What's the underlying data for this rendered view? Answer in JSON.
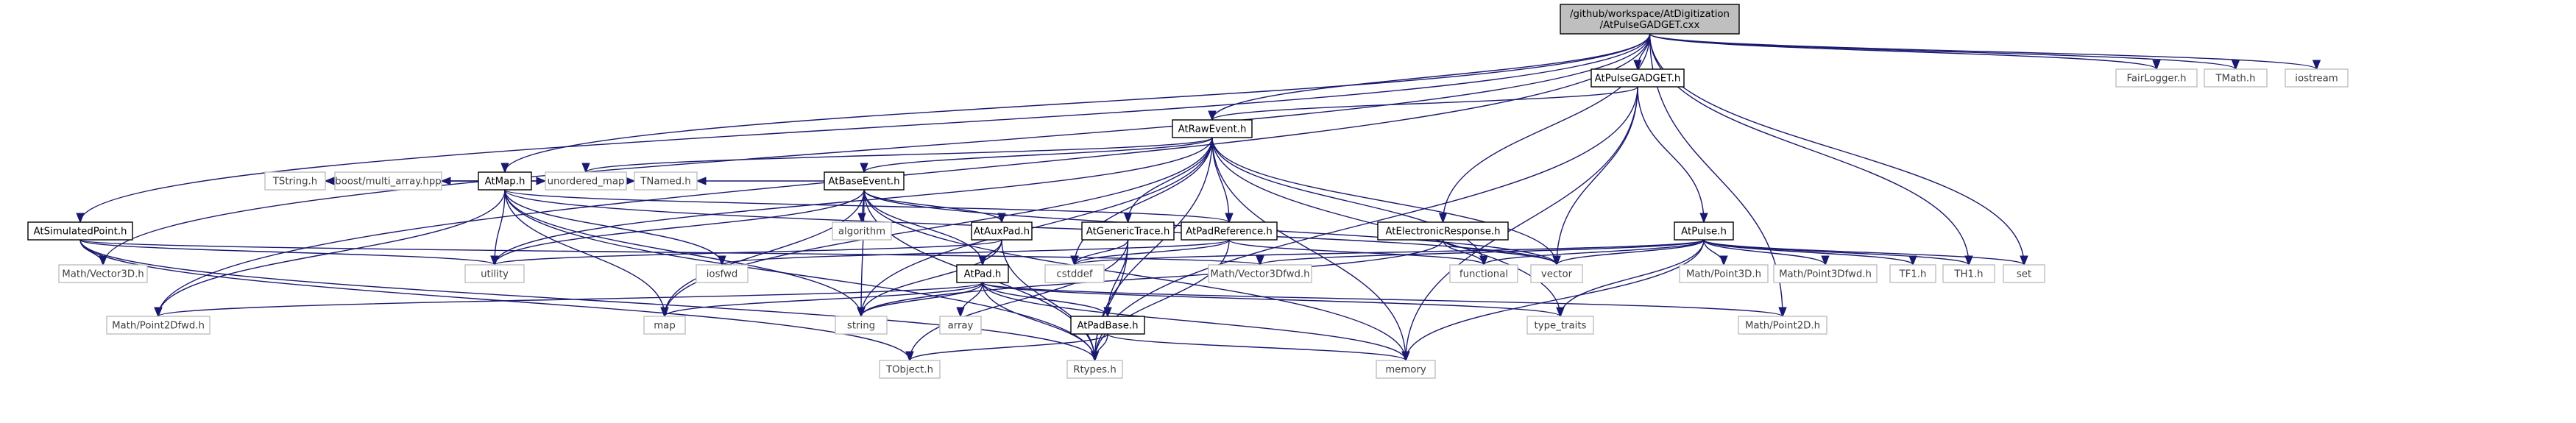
{
  "diagram": {
    "nodes": [
      {
        "id": "root",
        "lines": [
          "/github/workspace/AtDigitization",
          "/AtPulseGADGET.cxx"
        ],
        "kind": "root"
      },
      {
        "id": "AtPulseGADGET",
        "lines": [
          "AtPulseGADGET.h"
        ],
        "kind": "doc"
      },
      {
        "id": "FairLogger",
        "lines": [
          "FairLogger.h"
        ],
        "kind": "sys"
      },
      {
        "id": "TMath",
        "lines": [
          "TMath.h"
        ],
        "kind": "sys"
      },
      {
        "id": "iostream",
        "lines": [
          "iostream"
        ],
        "kind": "sys"
      },
      {
        "id": "AtRawEvent",
        "lines": [
          "AtRawEvent.h"
        ],
        "kind": "doc"
      },
      {
        "id": "AtMap",
        "lines": [
          "AtMap.h"
        ],
        "kind": "doc"
      },
      {
        "id": "AtBaseEvent",
        "lines": [
          "AtBaseEvent.h"
        ],
        "kind": "doc"
      },
      {
        "id": "AtPulse",
        "lines": [
          "AtPulse.h"
        ],
        "kind": "doc"
      },
      {
        "id": "AtSimulatedPoint",
        "lines": [
          "AtSimulatedPoint.h"
        ],
        "kind": "doc"
      },
      {
        "id": "AtAuxPad",
        "lines": [
          "AtAuxPad.h"
        ],
        "kind": "doc"
      },
      {
        "id": "AtGenericTrace",
        "lines": [
          "AtGenericTrace.h"
        ],
        "kind": "doc"
      },
      {
        "id": "AtPadReference",
        "lines": [
          "AtPadReference.h"
        ],
        "kind": "doc"
      },
      {
        "id": "AtElectronicResponse",
        "lines": [
          "AtElectronicResponse.h"
        ],
        "kind": "doc"
      },
      {
        "id": "AtPad",
        "lines": [
          "AtPad.h"
        ],
        "kind": "doc"
      },
      {
        "id": "AtPadBase",
        "lines": [
          "AtPadBase.h"
        ],
        "kind": "doc"
      },
      {
        "id": "TString",
        "lines": [
          "TString.h"
        ],
        "kind": "sys"
      },
      {
        "id": "boost",
        "lines": [
          "boost/multi_array.hpp"
        ],
        "kind": "sys"
      },
      {
        "id": "unordered_map",
        "lines": [
          "unordered_map"
        ],
        "kind": "sys"
      },
      {
        "id": "TNamed",
        "lines": [
          "TNamed.h"
        ],
        "kind": "sys"
      },
      {
        "id": "algorithm",
        "lines": [
          "algorithm"
        ],
        "kind": "sys"
      },
      {
        "id": "utility",
        "lines": [
          "utility"
        ],
        "kind": "sys"
      },
      {
        "id": "MathVector3D",
        "lines": [
          "Math/Vector3D.h"
        ],
        "kind": "sys"
      },
      {
        "id": "iosfwd",
        "lines": [
          "iosfwd"
        ],
        "kind": "sys"
      },
      {
        "id": "cstddef",
        "lines": [
          "cstddef"
        ],
        "kind": "sys"
      },
      {
        "id": "MathVector3Dfwd",
        "lines": [
          "Math/Vector3Dfwd.h"
        ],
        "kind": "sys"
      },
      {
        "id": "functional",
        "lines": [
          "functional"
        ],
        "kind": "sys"
      },
      {
        "id": "vector",
        "lines": [
          "vector"
        ],
        "kind": "sys"
      },
      {
        "id": "MathPoint3D",
        "lines": [
          "Math/Point3D.h"
        ],
        "kind": "sys"
      },
      {
        "id": "MathPoint3Dfwd",
        "lines": [
          "Math/Point3Dfwd.h"
        ],
        "kind": "sys"
      },
      {
        "id": "TF1",
        "lines": [
          "TF1.h"
        ],
        "kind": "sys"
      },
      {
        "id": "TH1",
        "lines": [
          "TH1.h"
        ],
        "kind": "sys"
      },
      {
        "id": "set",
        "lines": [
          "set"
        ],
        "kind": "sys"
      },
      {
        "id": "MathPoint2Dfwd",
        "lines": [
          "Math/Point2Dfwd.h"
        ],
        "kind": "sys"
      },
      {
        "id": "map",
        "lines": [
          "map"
        ],
        "kind": "sys"
      },
      {
        "id": "string",
        "lines": [
          "string"
        ],
        "kind": "sys"
      },
      {
        "id": "array",
        "lines": [
          "array"
        ],
        "kind": "sys"
      },
      {
        "id": "type_traits",
        "lines": [
          "type_traits"
        ],
        "kind": "sys"
      },
      {
        "id": "MathPoint2D",
        "lines": [
          "Math/Point2D.h"
        ],
        "kind": "sys"
      },
      {
        "id": "TObject",
        "lines": [
          "TObject.h"
        ],
        "kind": "sys"
      },
      {
        "id": "Rtypes",
        "lines": [
          "Rtypes.h"
        ],
        "kind": "sys"
      },
      {
        "id": "memory",
        "lines": [
          "memory"
        ],
        "kind": "sys"
      }
    ],
    "edges": [
      [
        "root",
        "AtPulseGADGET"
      ],
      [
        "root",
        "FairLogger"
      ],
      [
        "root",
        "TMath"
      ],
      [
        "root",
        "iostream"
      ],
      [
        "root",
        "AtRawEvent"
      ],
      [
        "root",
        "AtMap"
      ],
      [
        "root",
        "AtSimulatedPoint"
      ],
      [
        "root",
        "AtElectronicResponse"
      ],
      [
        "root",
        "MathVector3D"
      ],
      [
        "root",
        "MathPoint2Dfwd"
      ],
      [
        "root",
        "TH1"
      ],
      [
        "root",
        "set"
      ],
      [
        "root",
        "MathPoint2D"
      ],
      [
        "AtPulseGADGET",
        "AtRawEvent"
      ],
      [
        "AtPulseGADGET",
        "AtPulse"
      ],
      [
        "AtPulseGADGET",
        "vector"
      ],
      [
        "AtPulseGADGET",
        "Rtypes"
      ],
      [
        "AtPulseGADGET",
        "memory"
      ],
      [
        "AtRawEvent",
        "AtBaseEvent"
      ],
      [
        "AtRawEvent",
        "AtGenericTrace"
      ],
      [
        "AtRawEvent",
        "AtPadReference"
      ],
      [
        "AtRawEvent",
        "cstddef"
      ],
      [
        "AtRawEvent",
        "functional"
      ],
      [
        "AtRawEvent",
        "vector"
      ],
      [
        "AtRawEvent",
        "map"
      ],
      [
        "AtRawEvent",
        "string"
      ],
      [
        "AtRawEvent",
        "unordered_map"
      ],
      [
        "AtRawEvent",
        "type_traits"
      ],
      [
        "AtRawEvent",
        "utility"
      ],
      [
        "AtRawEvent",
        "Rtypes"
      ],
      [
        "AtRawEvent",
        "memory"
      ],
      [
        "AtMap",
        "TString"
      ],
      [
        "AtMap",
        "boost"
      ],
      [
        "AtMap",
        "unordered_map"
      ],
      [
        "AtMap",
        "TNamed"
      ],
      [
        "AtMap",
        "AtPadReference"
      ],
      [
        "AtMap",
        "utility"
      ],
      [
        "AtMap",
        "iosfwd"
      ],
      [
        "AtMap",
        "map"
      ],
      [
        "AtMap",
        "string"
      ],
      [
        "AtMap",
        "vector"
      ],
      [
        "AtMap",
        "Rtypes"
      ],
      [
        "AtMap",
        "MathPoint2Dfwd"
      ],
      [
        "AtBaseEvent",
        "TNamed"
      ],
      [
        "AtBaseEvent",
        "algorithm"
      ],
      [
        "AtBaseEvent",
        "AtAuxPad"
      ],
      [
        "AtBaseEvent",
        "AtPad"
      ],
      [
        "AtBaseEvent",
        "utility"
      ],
      [
        "AtBaseEvent",
        "map"
      ],
      [
        "AtBaseEvent",
        "string"
      ],
      [
        "AtBaseEvent",
        "vector"
      ],
      [
        "AtBaseEvent",
        "Rtypes"
      ],
      [
        "AtBaseEvent",
        "memory"
      ],
      [
        "AtPulse",
        "vector"
      ],
      [
        "AtPulse",
        "functional"
      ],
      [
        "AtPulse",
        "MathPoint3D"
      ],
      [
        "AtPulse",
        "MathPoint3Dfwd"
      ],
      [
        "AtPulse",
        "TF1"
      ],
      [
        "AtPulse",
        "TH1"
      ],
      [
        "AtPulse",
        "set"
      ],
      [
        "AtPulse",
        "type_traits"
      ],
      [
        "AtPulse",
        "memory"
      ],
      [
        "AtPulse",
        "MathVector3Dfwd"
      ],
      [
        "AtPulse",
        "cstddef"
      ],
      [
        "AtSimulatedPoint",
        "utility"
      ],
      [
        "AtSimulatedPoint",
        "MathVector3D"
      ],
      [
        "AtSimulatedPoint",
        "MathVector3Dfwd"
      ],
      [
        "AtSimulatedPoint",
        "Rtypes"
      ],
      [
        "AtSimulatedPoint",
        "TObject"
      ],
      [
        "AtAuxPad",
        "AtPad"
      ],
      [
        "AtAuxPad",
        "string"
      ],
      [
        "AtAuxPad",
        "Rtypes"
      ],
      [
        "AtAuxPad",
        "utility"
      ],
      [
        "AtGenericTrace",
        "cstddef"
      ],
      [
        "AtGenericTrace",
        "AtPadBase"
      ],
      [
        "AtGenericTrace",
        "Rtypes"
      ],
      [
        "AtGenericTrace",
        "TObject"
      ],
      [
        "AtPadReference",
        "cstddef"
      ],
      [
        "AtPadReference",
        "iosfwd"
      ],
      [
        "AtPadReference",
        "functional"
      ],
      [
        "AtPadReference",
        "Rtypes"
      ],
      [
        "AtElectronicResponse",
        "functional"
      ],
      [
        "AtElectronicResponse",
        "vector"
      ],
      [
        "AtElectronicResponse",
        "string"
      ],
      [
        "AtPad",
        "AtPadBase"
      ],
      [
        "AtPad",
        "array"
      ],
      [
        "AtPad",
        "map"
      ],
      [
        "AtPad",
        "string"
      ],
      [
        "AtPad",
        "memory"
      ],
      [
        "AtPad",
        "type_traits"
      ],
      [
        "AtPad",
        "MathPoint2D"
      ],
      [
        "AtPad",
        "MathPoint2Dfwd"
      ],
      [
        "AtPad",
        "Rtypes"
      ],
      [
        "AtPadBase",
        "Rtypes"
      ],
      [
        "AtPadBase",
        "TObject"
      ],
      [
        "AtPadBase",
        "memory"
      ]
    ]
  }
}
